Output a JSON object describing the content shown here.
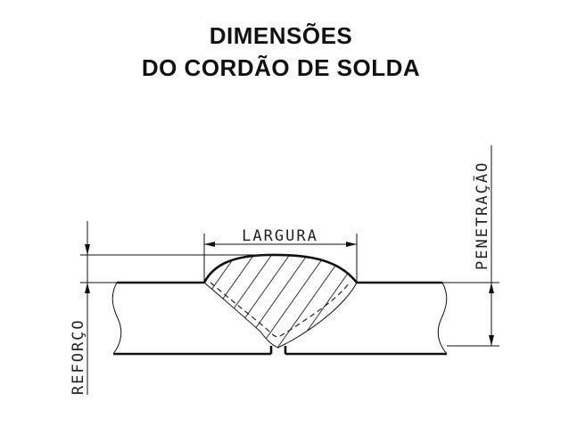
{
  "title": {
    "line1": "DIMENSÕES",
    "line2": "DO CORDÃO DE SOLDA"
  },
  "labels": {
    "width": "LARGURA",
    "penetration": "PENETRAÇÃO",
    "reinforcement": "REFORÇO"
  }
}
